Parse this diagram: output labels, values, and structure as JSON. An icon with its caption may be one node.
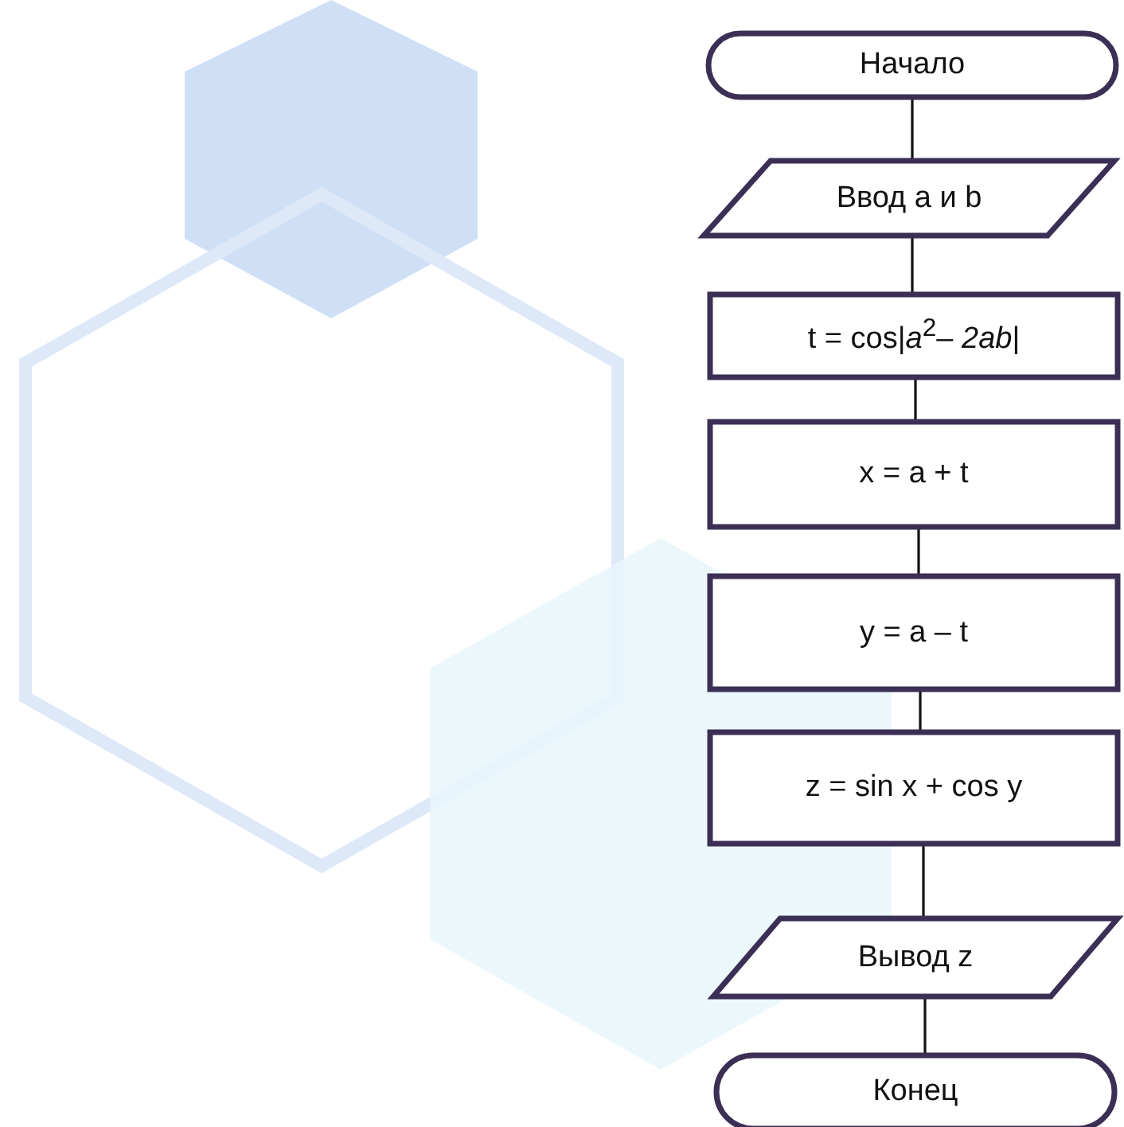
{
  "diagram": {
    "nodes": [
      {
        "text": [
          "Начало"
        ]
      },
      {
        "text": [
          "Ввод a и b"
        ]
      },
      {
        "text": [
          "t = cos|*a*$^{2}$– *2ab*|"
        ]
      },
      {
        "text": [
          "x = a + t"
        ]
      },
      {
        "text": [
          "y = a – t"
        ]
      },
      {
        "text": [
          "z = sin x + cos y"
        ]
      },
      {
        "text": [
          "Вывод z"
        ]
      },
      {
        "text": [
          "Конец"
        ]
      }
    ],
    "edges": [
      {
        "from": 0,
        "to": 1,
        "arrow": "none"
      },
      {
        "from": 1,
        "to": 2,
        "arrow": "none"
      },
      {
        "from": 2,
        "to": 3,
        "arrow": "none"
      },
      {
        "from": 3,
        "to": 4,
        "arrow": "none"
      },
      {
        "from": 4,
        "to": 5,
        "arrow": "none"
      },
      {
        "from": 5,
        "to": 6,
        "arrow": "none"
      },
      {
        "from": 6,
        "to": 7,
        "arrow": "none"
      }
    ]
  }
}
